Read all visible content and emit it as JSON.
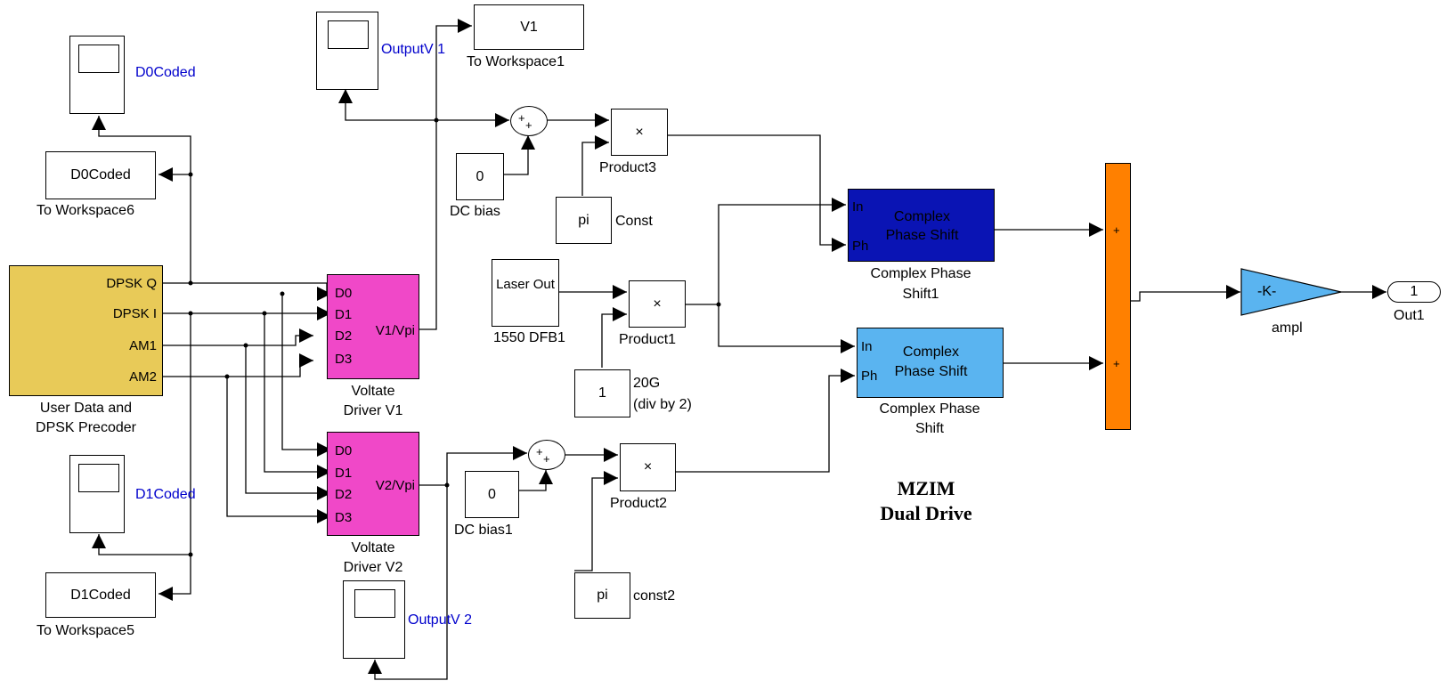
{
  "diagram": {
    "title_line1": "MZIM",
    "title_line2": "Dual Drive"
  },
  "blocks": {
    "scope_d0": {
      "label": "D0Coded"
    },
    "scope_outv1": {
      "label": "OutputV 1"
    },
    "scope_d1": {
      "label": "D1Coded"
    },
    "scope_outv2": {
      "label": "OutputV 2"
    },
    "ws_v1": {
      "text": "V1",
      "label": "To Workspace1"
    },
    "ws6": {
      "text": "D0Coded",
      "label": "To Workspace6"
    },
    "ws5": {
      "text": "D1Coded",
      "label": "To Workspace5"
    },
    "user_data": {
      "label_line1": "User Data and",
      "label_line2": "DPSK Precoder",
      "ports": [
        "DPSK Q",
        "DPSK I",
        "AM1",
        "AM2"
      ],
      "color": "#e8ca58"
    },
    "driver_v1": {
      "inputs": [
        "D0",
        "D1",
        "D2",
        "D3"
      ],
      "output": "V1/Vpi",
      "label_line1": "Voltate",
      "label_line2": "Driver V1",
      "color": "#f048c8"
    },
    "driver_v2": {
      "inputs": [
        "D0",
        "D1",
        "D2",
        "D3"
      ],
      "output": "V2/Vpi",
      "label_line1": "Voltate",
      "label_line2": "Driver V2",
      "color": "#f048c8"
    },
    "sum1": {
      "plus1": "+",
      "plus2": "+"
    },
    "sum2": {
      "plus1": "+",
      "plus2": "+"
    },
    "dc_bias": {
      "text": "0",
      "label": "DC bias"
    },
    "dc_bias1": {
      "text": "0",
      "label": "DC bias1"
    },
    "product3": {
      "symbol": "×",
      "label": "Product3"
    },
    "product1": {
      "symbol": "×",
      "label": "Product1"
    },
    "product2": {
      "symbol": "×",
      "label": "Product2"
    },
    "const": {
      "text": "pi",
      "label": "Const"
    },
    "const2": {
      "text": "pi",
      "label": "const2"
    },
    "laser": {
      "text": "Laser Out",
      "label": "1550  DFB1"
    },
    "g20": {
      "text": "1",
      "label_line1": "20G",
      "label_line2": "(div by  2)"
    },
    "cps1": {
      "text_line1": "Complex",
      "text_line2": "Phase Shift",
      "port_in": "In",
      "port_ph": "Ph",
      "label_line1": "Complex Phase",
      "label_line2": "Shift1",
      "color": "#0a14b4"
    },
    "cps": {
      "text_line1": "Complex",
      "text_line2": "Phase Shift",
      "port_in": "In",
      "port_ph": "Ph",
      "label_line1": "Complex Phase",
      "label_line2": "Shift",
      "color": "#5ab4f0"
    },
    "adder": {
      "plus1": "+",
      "plus2": "+",
      "color": "#ff8000"
    },
    "ampl": {
      "text": "-K-",
      "label": "ampl",
      "color": "#5ab4f0"
    },
    "out1": {
      "text": "1",
      "label": "Out1"
    }
  }
}
